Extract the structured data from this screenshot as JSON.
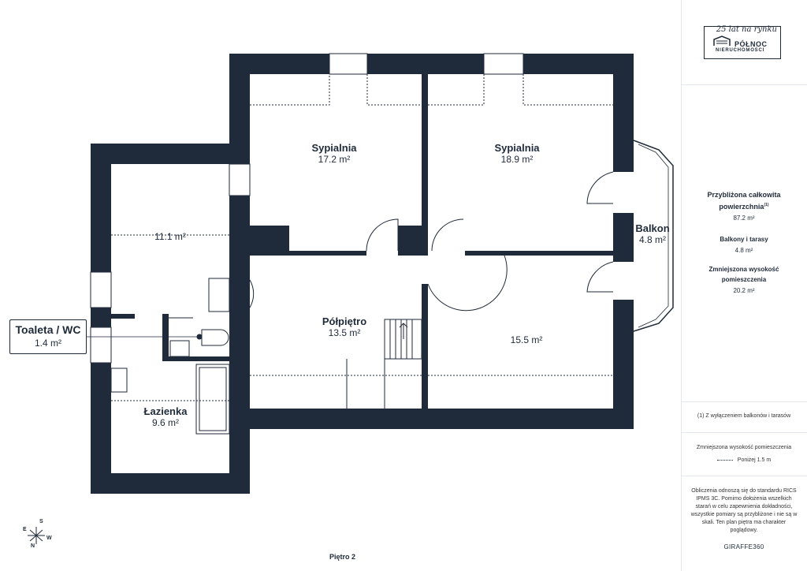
{
  "rooms": [
    {
      "name": "Sypialnia",
      "area": "17.2 m²"
    },
    {
      "name": "Sypialnia",
      "area": "18.9 m²"
    },
    {
      "name": "Balkon",
      "area": "4.8 m²"
    },
    {
      "name": "",
      "area": "11.1 m²"
    },
    {
      "name": "Półpiętro",
      "area": "13.5 m²"
    },
    {
      "name": "",
      "area": "15.5 m²"
    },
    {
      "name": "Toaleta / WC",
      "area": "1.4 m²"
    },
    {
      "name": "Łazienka",
      "area": "9.6 m²"
    }
  ],
  "floor_label": "Piętro 2",
  "compass": {
    "s": "S",
    "e": "E",
    "w": "W",
    "n": "N"
  },
  "logo": {
    "tagline": "25 lat na rynku",
    "name": "PÓŁNOC",
    "sub": "NIERUCHOMOŚCI"
  },
  "summary": {
    "total_title": "Przybliżona całkowita powierzchnia",
    "total_note": "(1)",
    "total_value": "87.2 m²",
    "balcony_title": "Balkony i tarasy",
    "balcony_value": "4.8 m²",
    "reduced_title": "Zmniejszona wysokość pomieszczenia",
    "reduced_value": "20.2 m²"
  },
  "footnote": "(1) Z wyłączeniem balkonów i tarasów",
  "legend": {
    "title": "Zmniejszona wysokość pomieszczenia",
    "item": "Poniżej 1.5 m"
  },
  "disclaimer": "Obliczenia odnoszą się do standardu RICS IPMS 3C. Pomimo dołożenia wszelkich starań w celu zapewnienia dokładności, wszystkie pomiary są przybliżone i nie są w skali. Ten plan piętra ma charakter poglądowy.",
  "brand": "GIRAFFE360",
  "colors": {
    "wall": "#1f2a3a",
    "background": "#ffffff"
  }
}
